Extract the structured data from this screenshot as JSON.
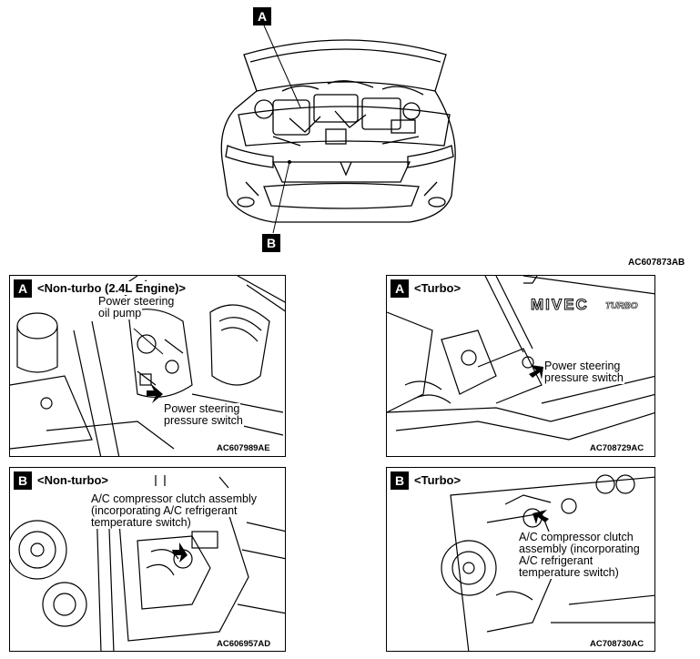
{
  "overview": {
    "callout_a": "A",
    "callout_b": "B",
    "code": "AC607873AB"
  },
  "panels": {
    "a_nonturbo": {
      "tag": "A",
      "title": "<Non-turbo (2.4L Engine)>",
      "label_pump_1": "Power steering",
      "label_pump_2": "oil pump",
      "label_switch_1": "Power steering",
      "label_switch_2": "pressure switch",
      "code": "AC607989AE"
    },
    "a_turbo": {
      "tag": "A",
      "title": "<Turbo>",
      "logo_main": "MIVEC",
      "logo_sub": "TURBO",
      "label_switch_1": "Power steering",
      "label_switch_2": "pressure switch",
      "code": "AC708729AC"
    },
    "b_nonturbo": {
      "tag": "B",
      "title": "<Non-turbo>",
      "label_1": "A/C compressor clutch assembly",
      "label_2": "(incorporating A/C refrigerant",
      "label_3": "temperature switch)",
      "code": "AC606957AD"
    },
    "b_turbo": {
      "tag": "B",
      "title": "<Turbo>",
      "label_1": "A/C compressor clutch",
      "label_2": "assembly (incorporating",
      "label_3": "A/C refrigerant",
      "label_4": "temperature switch)",
      "code": "AC708730AC"
    }
  }
}
